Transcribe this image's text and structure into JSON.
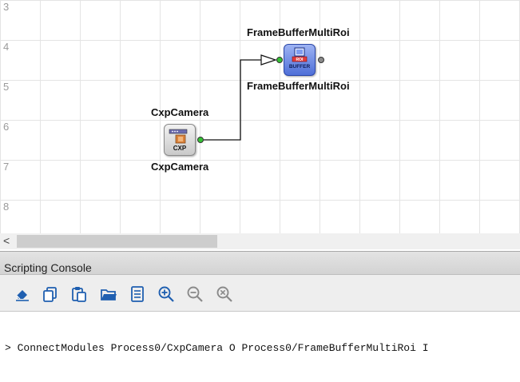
{
  "canvas": {
    "row_numbers": [
      "3",
      "4",
      "5",
      "6",
      "7",
      "8"
    ],
    "modules": {
      "camera": {
        "title_top": "CxpCamera",
        "title_bottom": "CxpCamera",
        "icon_text": "CXP"
      },
      "buffer": {
        "title_top": "FrameBufferMultiRoi",
        "title_bottom": "FrameBufferMultiRoi",
        "icon_text": "BUFFER"
      }
    }
  },
  "scrollbar": {
    "left_arrow": "<"
  },
  "console": {
    "title": "Scripting Console",
    "toolbar": [
      {
        "name": "clear-icon"
      },
      {
        "name": "copy-icon"
      },
      {
        "name": "paste-icon"
      },
      {
        "name": "open-folder-icon"
      },
      {
        "name": "script-book-icon"
      },
      {
        "name": "zoom-in-icon"
      },
      {
        "name": "zoom-out-icon"
      },
      {
        "name": "zoom-reset-icon"
      }
    ],
    "prompt": ">",
    "command": "ConnectModules Process0/CxpCamera O Process0/FrameBufferMultiRoi I"
  },
  "colors": {
    "port_connected": "#35c235",
    "port_free": "#8a8a8a",
    "icon_blue": "#1f5fb0"
  }
}
